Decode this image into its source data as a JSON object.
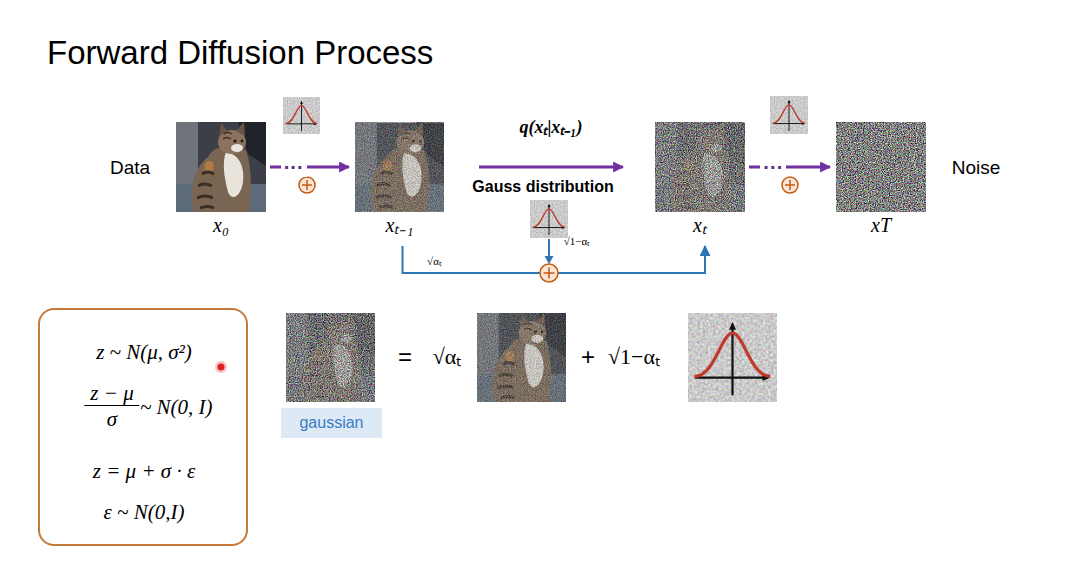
{
  "diagram": {
    "title": "Forward Diffusion Process",
    "nodes": [
      {
        "text": [
          "x₀"
        ]
      },
      {
        "text": [
          "xₜ₋₁"
        ]
      },
      {
        "text": [
          "xₜ"
        ]
      },
      {
        "text": [
          "xT"
        ]
      },
      {
        "text": [
          "z ~ N(μ, σ²)",
          "z − μ",
          "σ",
          "~ N(0, I)",
          "z = μ + σ · ε",
          "ε ~ N(0,I)"
        ]
      },
      {
        "text": [
          "gaussian"
        ]
      }
    ],
    "edges": [
      {
        "from": 0,
        "to": 1,
        "arrow": "to",
        "label": "···"
      },
      {
        "from": 1,
        "to": 2,
        "arrow": "to",
        "label": "q(xₜ|xₜ₋₁)"
      },
      {
        "from": 2,
        "to": 3,
        "arrow": "to",
        "label": "···"
      },
      {
        "from": 1,
        "to": 2,
        "arrow": "to",
        "label": "√αₜ"
      }
    ],
    "labels": [
      "Data",
      "Gauss distribution",
      "√1−αₜ",
      "Noise",
      "=",
      "√αₜ",
      "+",
      "√1−αₜ"
    ]
  }
}
